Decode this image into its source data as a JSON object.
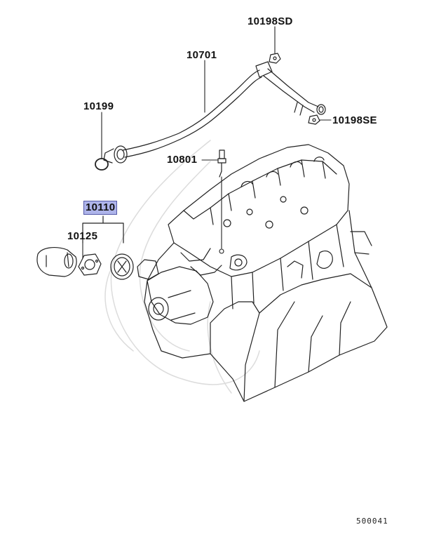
{
  "parts": {
    "p10198SD": "10198SD",
    "p10701": "10701",
    "p10199": "10199",
    "p10198SE": "10198SE",
    "p10801": "10801",
    "p10110": "10110",
    "p10125": "10125"
  },
  "highlight_color": "#aeb4ea",
  "diagram_code": "500041"
}
